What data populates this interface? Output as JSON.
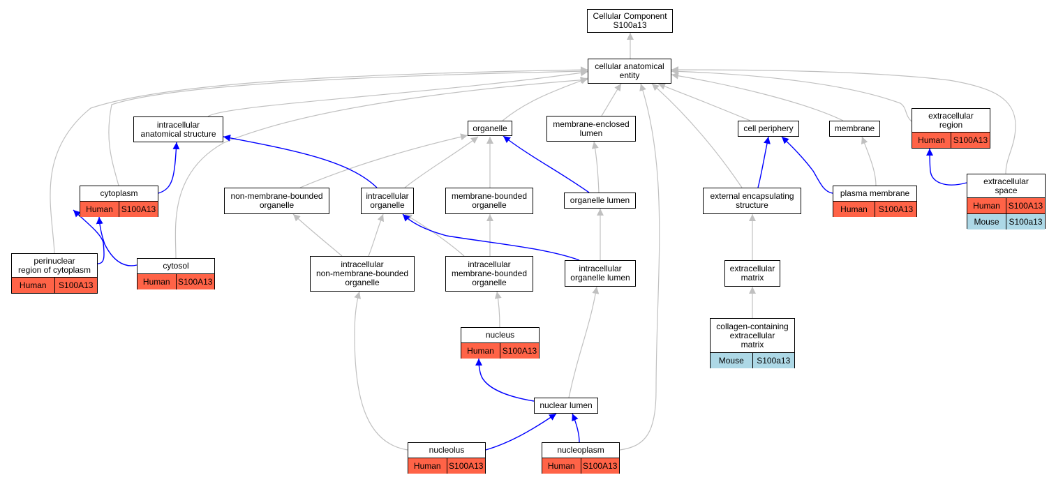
{
  "colors": {
    "is_a_edge": "#c0c0c0",
    "part_of_edge": "#0000ff",
    "human": "#ff6347",
    "mouse": "#add8e6"
  },
  "nodes": {
    "root": {
      "label": "Cellular Component\nS100a13"
    },
    "cae": {
      "label": "cellular anatomical\nentity"
    },
    "ias": {
      "label": "intracellular\nanatomical structure"
    },
    "organelle": {
      "label": "organelle"
    },
    "mel": {
      "label": "membrane-enclosed\nlumen"
    },
    "cellper": {
      "label": "cell periphery"
    },
    "membrane": {
      "label": "membrane"
    },
    "extreg": {
      "label": "extracellular\nregion",
      "annotations": [
        {
          "species": "Human",
          "gene": "S100A13"
        }
      ]
    },
    "cytoplasm": {
      "label": "cytoplasm",
      "annotations": [
        {
          "species": "Human",
          "gene": "S100A13"
        }
      ]
    },
    "nmbo": {
      "label": "non-membrane-bounded\norganelle"
    },
    "io": {
      "label": "intracellular\norganelle"
    },
    "mbo": {
      "label": "membrane-bounded\norganelle"
    },
    "olumen": {
      "label": "organelle lumen"
    },
    "ees": {
      "label": "external encapsulating\nstructure"
    },
    "pm": {
      "label": "plasma membrane",
      "annotations": [
        {
          "species": "Human",
          "gene": "S100A13"
        }
      ]
    },
    "extspace": {
      "label": "extracellular\nspace",
      "annotations": [
        {
          "species": "Human",
          "gene": "S100A13"
        },
        {
          "species": "Mouse",
          "gene": "S100a13"
        }
      ]
    },
    "perinuc": {
      "label": "perinuclear\nregion of cytoplasm",
      "annotations": [
        {
          "species": "Human",
          "gene": "S100A13"
        }
      ]
    },
    "cytosol": {
      "label": "cytosol",
      "annotations": [
        {
          "species": "Human",
          "gene": "S100A13"
        }
      ]
    },
    "inmbo": {
      "label": "intracellular\nnon-membrane-bounded\norganelle"
    },
    "imbo": {
      "label": "intracellular\nmembrane-bounded\norganelle"
    },
    "iol": {
      "label": "intracellular\norganelle lumen"
    },
    "ecm": {
      "label": "extracellular\nmatrix"
    },
    "nucleus": {
      "label": "nucleus",
      "annotations": [
        {
          "species": "Human",
          "gene": "S100A13"
        }
      ]
    },
    "cecm": {
      "label": "collagen-containing\nextracellular\nmatrix",
      "annotations": [
        {
          "species": "Mouse",
          "gene": "S100a13"
        }
      ]
    },
    "nuclumen": {
      "label": "nuclear lumen"
    },
    "nucleolus": {
      "label": "nucleolus",
      "annotations": [
        {
          "species": "Human",
          "gene": "S100A13"
        }
      ]
    },
    "nucleoplasm": {
      "label": "nucleoplasm",
      "annotations": [
        {
          "species": "Human",
          "gene": "S100A13"
        }
      ]
    }
  },
  "edges": [
    {
      "from": "cae",
      "to": "root",
      "type": "is_a"
    },
    {
      "from": "ias",
      "to": "cae",
      "type": "is_a"
    },
    {
      "from": "organelle",
      "to": "cae",
      "type": "is_a"
    },
    {
      "from": "mel",
      "to": "cae",
      "type": "is_a"
    },
    {
      "from": "cellper",
      "to": "cae",
      "type": "is_a"
    },
    {
      "from": "membrane",
      "to": "cae",
      "type": "is_a"
    },
    {
      "from": "extreg",
      "to": "cae",
      "type": "is_a"
    },
    {
      "from": "cytoplasm",
      "to": "cae",
      "type": "is_a"
    },
    {
      "from": "perinuc",
      "to": "cae",
      "type": "is_a"
    },
    {
      "from": "cytosol",
      "to": "cae",
      "type": "is_a"
    },
    {
      "from": "ees",
      "to": "cae",
      "type": "is_a"
    },
    {
      "from": "extspace",
      "to": "cae",
      "type": "is_a"
    },
    {
      "from": "nucleoplasm",
      "to": "cae",
      "type": "is_a"
    },
    {
      "from": "nmbo",
      "to": "organelle",
      "type": "is_a"
    },
    {
      "from": "io",
      "to": "organelle",
      "type": "is_a"
    },
    {
      "from": "mbo",
      "to": "organelle",
      "type": "is_a"
    },
    {
      "from": "olumen",
      "to": "organelle",
      "type": "part_of"
    },
    {
      "from": "olumen",
      "to": "mel",
      "type": "is_a"
    },
    {
      "from": "io",
      "to": "ias",
      "type": "part_of"
    },
    {
      "from": "cytoplasm",
      "to": "ias",
      "type": "part_of"
    },
    {
      "from": "ees",
      "to": "cellper",
      "type": "part_of"
    },
    {
      "from": "pm",
      "to": "cellper",
      "type": "part_of"
    },
    {
      "from": "pm",
      "to": "membrane",
      "type": "is_a"
    },
    {
      "from": "extspace",
      "to": "extreg",
      "type": "part_of"
    },
    {
      "from": "perinuc",
      "to": "cytoplasm",
      "type": "part_of"
    },
    {
      "from": "cytosol",
      "to": "cytoplasm",
      "type": "part_of"
    },
    {
      "from": "inmbo",
      "to": "nmbo",
      "type": "is_a"
    },
    {
      "from": "inmbo",
      "to": "io",
      "type": "is_a"
    },
    {
      "from": "imbo",
      "to": "io",
      "type": "is_a"
    },
    {
      "from": "imbo",
      "to": "mbo",
      "type": "is_a"
    },
    {
      "from": "iol",
      "to": "io",
      "type": "part_of"
    },
    {
      "from": "iol",
      "to": "olumen",
      "type": "is_a"
    },
    {
      "from": "ecm",
      "to": "ees",
      "type": "is_a"
    },
    {
      "from": "cecm",
      "to": "ecm",
      "type": "is_a"
    },
    {
      "from": "nucleus",
      "to": "imbo",
      "type": "is_a"
    },
    {
      "from": "nuclumen",
      "to": "nucleus",
      "type": "part_of"
    },
    {
      "from": "nuclumen",
      "to": "iol",
      "type": "is_a"
    },
    {
      "from": "nucleolus",
      "to": "nuclumen",
      "type": "part_of"
    },
    {
      "from": "nucleolus",
      "to": "inmbo",
      "type": "is_a"
    },
    {
      "from": "nucleoplasm",
      "to": "nuclumen",
      "type": "part_of"
    }
  ]
}
